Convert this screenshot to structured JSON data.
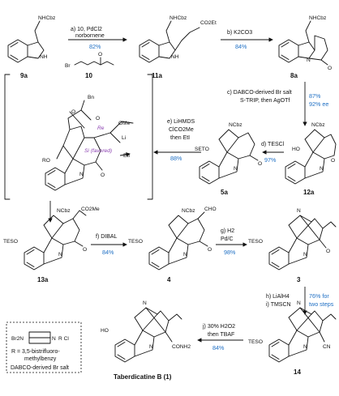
{
  "compounds": {
    "c9a": "9a",
    "c10": "10",
    "c11a": "11a",
    "c8a": "8a",
    "c12a": "12a",
    "c5a": "5a",
    "c13a": "13a",
    "c4": "4",
    "c3": "3",
    "c14": "14",
    "c1": "Taberdicatine B (1)"
  },
  "steps": {
    "a_line1": "a) 10, PdCl2",
    "a_line2": "norbornene",
    "a_yield": "82%",
    "b_line1": "b) K2CO3",
    "b_yield": "84%",
    "c_line1": "c) DABCO-derived Br salt",
    "c_line2": "S-TRIP, then AgOTf",
    "c_yield": "87%",
    "c_ee": "92% ee",
    "d_line1": "d) TESCl",
    "d_yield": "97%",
    "e_line1": "e) LiHMDS",
    "e_line2": "ClCO2Me",
    "e_line3": "then EtI",
    "e_yield": "88%",
    "f_line1": "f) DIBAL",
    "f_yield": "84%",
    "g_line1": "g) H2",
    "g_line2": "Pd/C",
    "g_yield": "98%",
    "h_line1": "h) LiAlH4",
    "i_line1": "i) TMSCN",
    "hi_yield1": "76% for",
    "hi_yield2": "two steps",
    "j_line1": "j) 30% H2O2",
    "j_line2": "then TBAF",
    "j_yield": "84%"
  },
  "atoms": {
    "nhcbz": "NHCbz",
    "nh": "NH",
    "n": "N",
    "o": "O",
    "br": "Br",
    "co2et": "CO2Et",
    "ncbz": "NCbz",
    "ho": "HO",
    "seto": "SETO",
    "teso": "TESO",
    "ro": "RO",
    "co2me": "CO2Me",
    "cho": "CHO",
    "cn": "CN",
    "conh2": "CONH2",
    "bn": "Bn",
    "ome": "OMe",
    "li": "Li",
    "eti": "EtI",
    "re": "Re",
    "si": "Si (favored)"
  },
  "legend": {
    "salt_formula": "Br2N",
    "salt_cation": "N",
    "salt_anion": "R Cl",
    "r_def1": "R = 3,5-bistrifluoro-",
    "r_def2": "methylbenzy",
    "caption": "DABCO-derived Br salt"
  }
}
